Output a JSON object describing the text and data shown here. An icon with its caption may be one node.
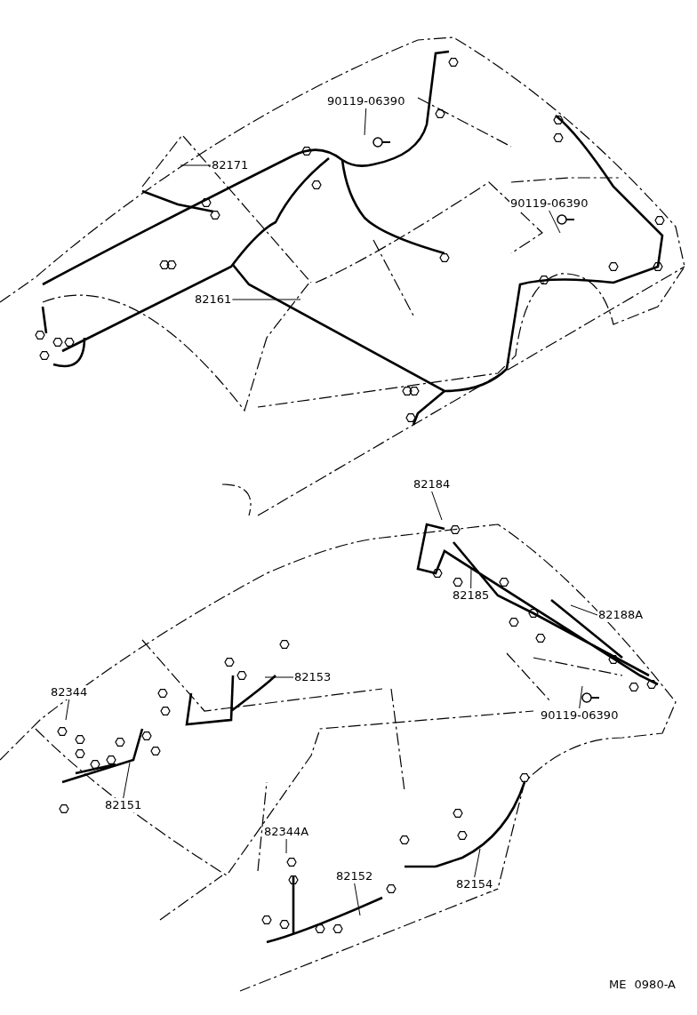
{
  "diagram": {
    "nodes": [
      {
        "text": [
          "90119-06390"
        ]
      },
      {
        "text": [
          "82171"
        ]
      },
      {
        "text": [
          "90119-06390"
        ]
      },
      {
        "text": [
          "82161"
        ]
      },
      {
        "text": [
          "82184"
        ]
      },
      {
        "text": [
          "82185"
        ]
      },
      {
        "text": [
          "82188A"
        ]
      },
      {
        "text": [
          "82153"
        ]
      },
      {
        "text": [
          "82344"
        ]
      },
      {
        "text": [
          "82151"
        ]
      },
      {
        "text": [
          "90119-06390"
        ]
      },
      {
        "text": [
          "82344A"
        ]
      },
      {
        "text": [
          "82152"
        ]
      },
      {
        "text": [
          "82154"
        ]
      }
    ],
    "edges": [
      {
        "from": 0,
        "to": null,
        "arrow": "none"
      },
      {
        "from": 1,
        "to": null,
        "arrow": "none"
      },
      {
        "from": 2,
        "to": null,
        "arrow": "none"
      },
      {
        "from": 3,
        "to": null,
        "arrow": "none"
      },
      {
        "from": 4,
        "to": null,
        "arrow": "none"
      },
      {
        "from": 5,
        "to": null,
        "arrow": "none"
      },
      {
        "from": 6,
        "to": null,
        "arrow": "none"
      },
      {
        "from": 7,
        "to": null,
        "arrow": "none"
      },
      {
        "from": 8,
        "to": null,
        "arrow": "none"
      },
      {
        "from": 9,
        "to": null,
        "arrow": "none"
      },
      {
        "from": 10,
        "to": null,
        "arrow": "none"
      },
      {
        "from": 11,
        "to": null,
        "arrow": "none"
      },
      {
        "from": 12,
        "to": null,
        "arrow": "none"
      },
      {
        "from": 13,
        "to": null,
        "arrow": "none"
      }
    ],
    "labels": [
      "ME 0980-A"
    ]
  }
}
